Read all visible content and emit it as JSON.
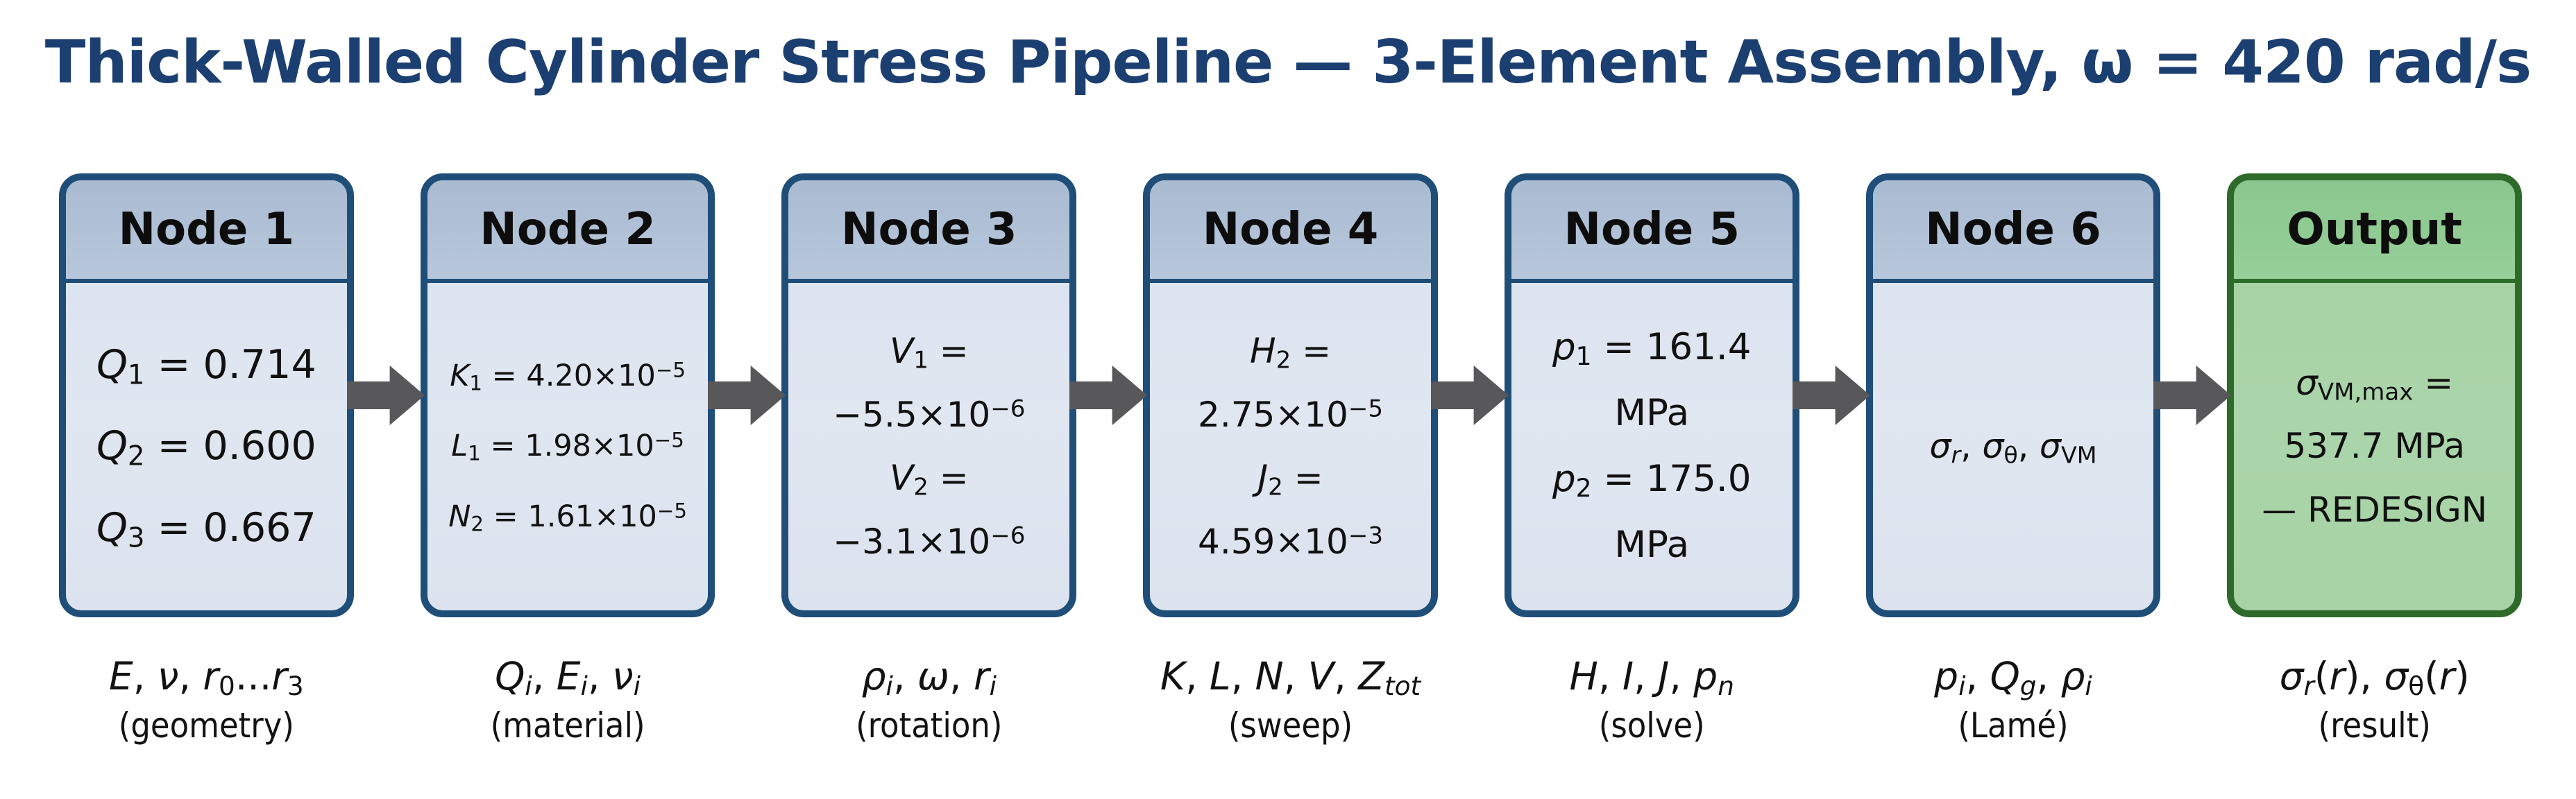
{
  "title": "Thick-Walled Cylinder Stress Pipeline — 3-Element Assembly, ω = 420 rad/s",
  "colors": {
    "title_text": "#1c3f72",
    "node_border": "#1f4e79",
    "node_header_bg": "#b0c0d6",
    "node_body_bg": "#dde4ee",
    "output_border": "#2e6b2b",
    "output_header_bg": "#8ecb91",
    "output_body_bg": "#a8d3a7",
    "arrow": "#58585a",
    "body_text": "#111111"
  },
  "arrow": {
    "icon": "block-arrow-right-icon",
    "color": "#58585a"
  },
  "nodes": [
    {
      "header": "Node 1",
      "lines": [
        "*Q*_{1} = 0.714",
        "*Q*_{2} = 0.600",
        "*Q*_{3} = 0.667"
      ],
      "caption": {
        "vars": "*E*, *ν*, *r*_{0}...*r*_{3}",
        "role": "(geometry)"
      }
    },
    {
      "header": "Node 2",
      "lines": [
        "*K*_{1} = 4.20×10^{−5}",
        "*L*_{1} = 1.98×10^{−5}",
        "*N*_{2} = 1.61×10^{−5}"
      ],
      "caption": {
        "vars": "*Q*_{*i*}, *E*_{*i*}, *ν*_{*i*}",
        "role": "(material)"
      }
    },
    {
      "header": "Node 3",
      "lines": [
        "*V*_{1} =",
        "−5.5×10^{−6}",
        "*V*_{2} =",
        "−3.1×10^{−6}"
      ],
      "caption": {
        "vars": "*ρ*_{*i*}, *ω*, *r*_{*i*}",
        "role": "(rotation)"
      }
    },
    {
      "header": "Node 4",
      "lines": [
        "*H*_{2} =",
        "2.75×10^{−5}",
        "*J*_{2} =",
        "4.59×10^{−3}"
      ],
      "caption": {
        "vars": "*K*, *L*, *N*, *V*, *Z*_{*tot*}",
        "role": "(sweep)"
      }
    },
    {
      "header": "Node 5",
      "lines": [
        "*p*_{1} = 161.4",
        "MPa",
        "*p*_{2} = 175.0",
        "MPa"
      ],
      "caption": {
        "vars": "*H*, *I*, *J*, *p*_{*n*}",
        "role": "(solve)"
      }
    },
    {
      "header": "Node 6",
      "lines": [
        "*σ*_{*r*}, *σ*_{θ}, *σ*_{VM}"
      ],
      "caption": {
        "vars": "*p*_{*i*}, *Q*_{*g*}, *ρ*_{*i*}",
        "role": "(Lamé)"
      }
    },
    {
      "header": "Output",
      "lines": [
        "*σ*_{VM,max} =",
        "537.7 MPa",
        "— REDESIGN"
      ],
      "caption": {
        "vars": "*σ*_{*r*}(*r*), *σ*_{θ}(*r*)",
        "role": "(result)"
      }
    }
  ]
}
